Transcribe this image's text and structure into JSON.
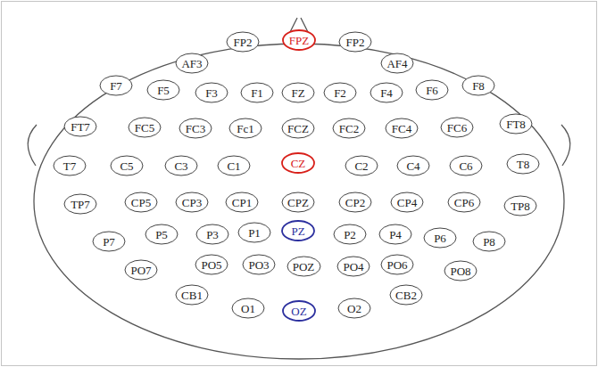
{
  "diagram": {
    "nodes": [
      {
        "text": [
          "FP2"
        ]
      },
      {
        "text": [
          "FPZ"
        ]
      },
      {
        "text": [
          "FP2"
        ]
      },
      {
        "text": [
          "AF3"
        ]
      },
      {
        "text": [
          "AF4"
        ]
      },
      {
        "text": [
          "F7"
        ]
      },
      {
        "text": [
          "F5"
        ]
      },
      {
        "text": [
          "F3"
        ]
      },
      {
        "text": [
          "F1"
        ]
      },
      {
        "text": [
          "FZ"
        ]
      },
      {
        "text": [
          "F2"
        ]
      },
      {
        "text": [
          "F4"
        ]
      },
      {
        "text": [
          "F6"
        ]
      },
      {
        "text": [
          "F8"
        ]
      },
      {
        "text": [
          "FT7"
        ]
      },
      {
        "text": [
          "FC5"
        ]
      },
      {
        "text": [
          "FC3"
        ]
      },
      {
        "text": [
          "Fc1"
        ]
      },
      {
        "text": [
          "FCZ"
        ]
      },
      {
        "text": [
          "FC2"
        ]
      },
      {
        "text": [
          "FC4"
        ]
      },
      {
        "text": [
          "FC6"
        ]
      },
      {
        "text": [
          "FT8"
        ]
      },
      {
        "text": [
          "T7"
        ]
      },
      {
        "text": [
          "C5"
        ]
      },
      {
        "text": [
          "C3"
        ]
      },
      {
        "text": [
          "C1"
        ]
      },
      {
        "text": [
          "CZ"
        ]
      },
      {
        "text": [
          "C2"
        ]
      },
      {
        "text": [
          "C4"
        ]
      },
      {
        "text": [
          "C6"
        ]
      },
      {
        "text": [
          "T8"
        ]
      },
      {
        "text": [
          "TP7"
        ]
      },
      {
        "text": [
          "CP5"
        ]
      },
      {
        "text": [
          "CP3"
        ]
      },
      {
        "text": [
          "CP1"
        ]
      },
      {
        "text": [
          "CPZ"
        ]
      },
      {
        "text": [
          "CP2"
        ]
      },
      {
        "text": [
          "CP4"
        ]
      },
      {
        "text": [
          "CP6"
        ]
      },
      {
        "text": [
          "TP8"
        ]
      },
      {
        "text": [
          "P7"
        ]
      },
      {
        "text": [
          "P5"
        ]
      },
      {
        "text": [
          "P3"
        ]
      },
      {
        "text": [
          "P1"
        ]
      },
      {
        "text": [
          "PZ"
        ]
      },
      {
        "text": [
          "P2"
        ]
      },
      {
        "text": [
          "P4"
        ]
      },
      {
        "text": [
          "P6"
        ]
      },
      {
        "text": [
          "P8"
        ]
      },
      {
        "text": [
          "PO7"
        ]
      },
      {
        "text": [
          "PO5"
        ]
      },
      {
        "text": [
          "PO3"
        ]
      },
      {
        "text": [
          "POZ"
        ]
      },
      {
        "text": [
          "PO4"
        ]
      },
      {
        "text": [
          "PO6"
        ]
      },
      {
        "text": [
          "PO8"
        ]
      },
      {
        "text": [
          "CB1"
        ]
      },
      {
        "text": [
          "O1"
        ]
      },
      {
        "text": [
          "OZ"
        ]
      },
      {
        "text": [
          "O2"
        ]
      },
      {
        "text": [
          "CB2"
        ]
      }
    ]
  }
}
